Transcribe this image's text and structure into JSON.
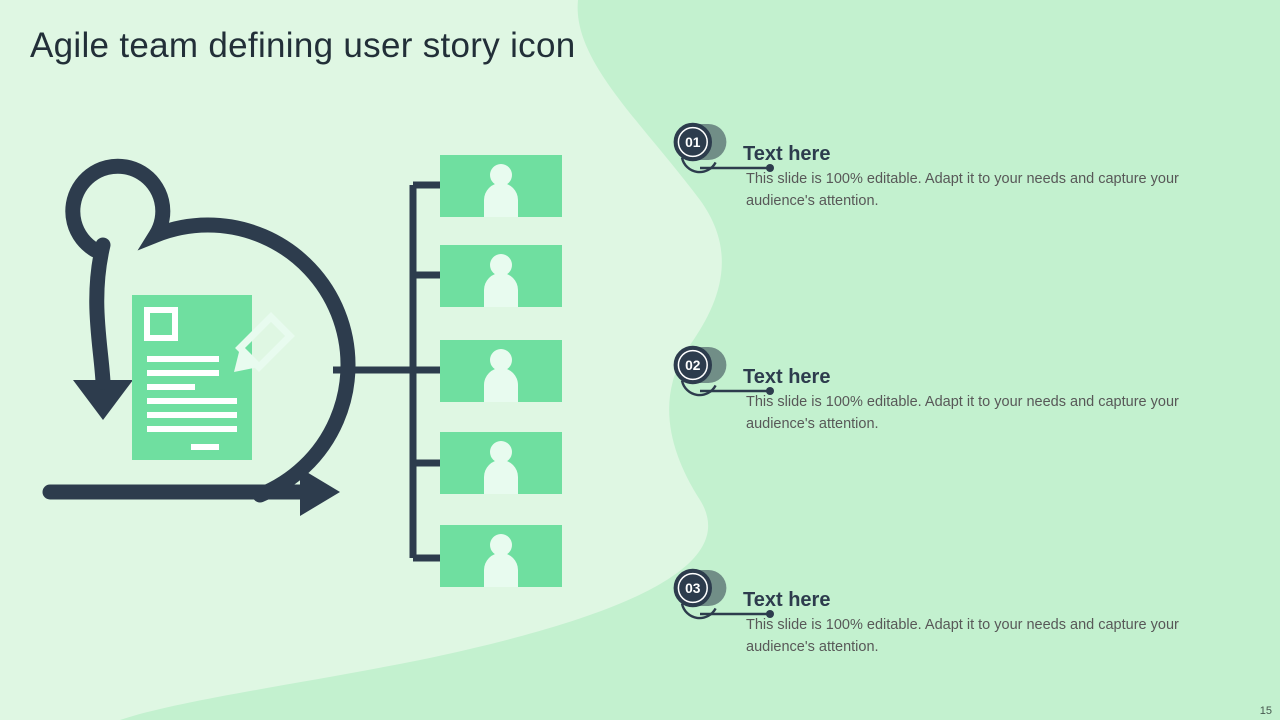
{
  "slide": {
    "title": "Agile team defining user story icon",
    "page_number": "15",
    "colors": {
      "background_right": "#c3f1cf",
      "panel_left": "#dff7e3",
      "card_green": "#6fdfa0",
      "navy": "#2d3c4d",
      "body_text": "#585858",
      "title_text": "#222f38",
      "icon_light": "#e8fbef"
    }
  },
  "left_graphic": {
    "sprint_icon": {
      "name": "agile-sprint-loop-icon",
      "parts": [
        "circular-arrow-loop",
        "down-arrow",
        "right-arrow",
        "document",
        "pencil"
      ]
    },
    "tree": {
      "name": "org-tree-connector",
      "branch_count": 5
    },
    "cards": [
      {
        "name": "team-member-card-1",
        "icon": "person-icon"
      },
      {
        "name": "team-member-card-2",
        "icon": "person-icon"
      },
      {
        "name": "team-member-card-3",
        "icon": "person-icon"
      },
      {
        "name": "team-member-card-4",
        "icon": "person-icon"
      },
      {
        "name": "team-member-card-5",
        "icon": "person-icon"
      }
    ]
  },
  "content_blocks": [
    {
      "number": "01",
      "title": "Text here",
      "body": "This slide is 100% editable. Adapt it to your needs and capture your audience's attention."
    },
    {
      "number": "02",
      "title": "Text here",
      "body": "This slide is 100% editable. Adapt it to your needs and capture your audience's attention."
    },
    {
      "number": "03",
      "title": "Text here",
      "body": "This slide is 100% editable. Adapt it to your needs and capture your audience's attention."
    }
  ]
}
